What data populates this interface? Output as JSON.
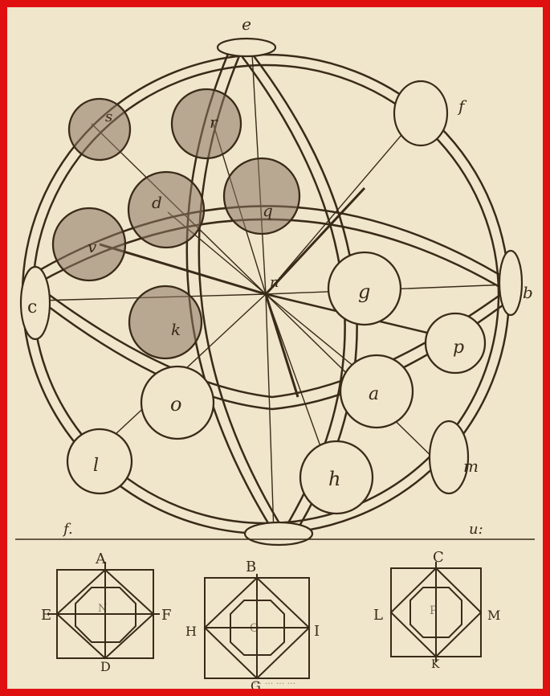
{
  "page": {
    "border_color": "#e01010",
    "paper_color": "#efe6cc",
    "ink_color": "#3a2a18",
    "hatch_color": "#8a7560"
  },
  "sphere": {
    "labels": {
      "top": "e",
      "bottom": "",
      "left": "c",
      "right": "b",
      "center": "n",
      "f": "f",
      "m": "m",
      "s": "s",
      "r": "r",
      "d": "d",
      "q": "q",
      "v": "v",
      "k": "k",
      "g": "g",
      "p": "p",
      "a": "a",
      "o": "o",
      "l": "l",
      "h": "h"
    },
    "shaded_circles": [
      "s",
      "r",
      "d",
      "q",
      "v",
      "k"
    ],
    "open_circles": [
      "g",
      "p",
      "a",
      "o",
      "l",
      "h"
    ]
  },
  "divider": {
    "left_label": "f.",
    "right_label": "u:"
  },
  "squares": [
    {
      "top": "A",
      "left": "E",
      "right": "F",
      "bottom": "D",
      "center": "N"
    },
    {
      "top": "B",
      "left": "H",
      "right": "I",
      "bottom": "G",
      "center": "O"
    },
    {
      "top": "C",
      "left": "L",
      "right": "M",
      "bottom": "K",
      "center": "P"
    }
  ],
  "footer": {
    "caption": "... ... ... ..."
  }
}
